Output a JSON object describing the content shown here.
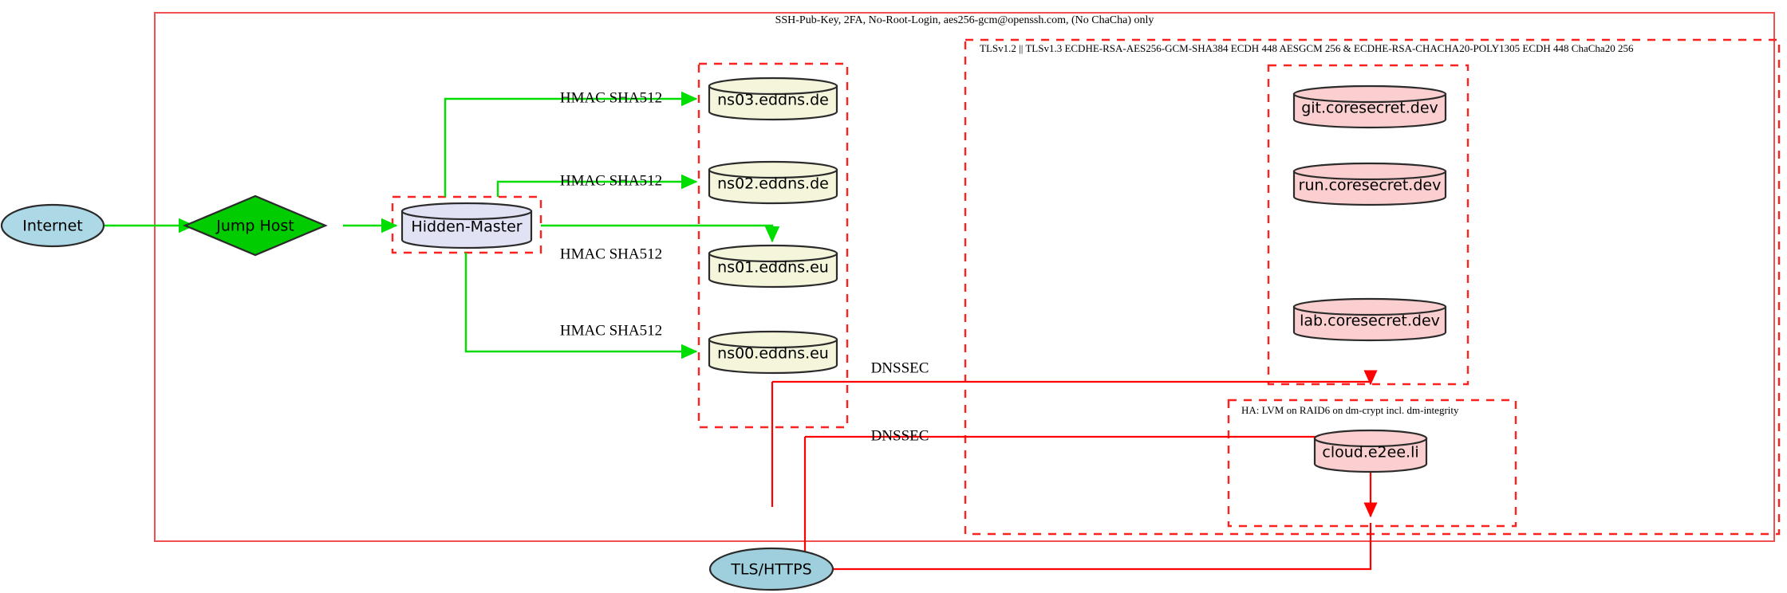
{
  "diagram": {
    "title_label": "SSH-Pub-Key, 2FA, No-Root-Login, aes256-gcm@openssh.com, (No ChaCha) only",
    "clusters": {
      "tls": "TLSv1.2 || TLSv1.3 ECDHE-RSA-AES256-GCM-SHA384 ECDH 448 AESGCM 256 & ECDHE-RSA-CHACHA20-POLY1305 ECDH 448 ChaCha20 256",
      "ha": "HA: LVM on RAID6 on dm-crypt incl. dm-integrity"
    },
    "nodes": {
      "internet": "Internet",
      "jump_host": "Jump Host",
      "hidden_master": "Hidden-Master",
      "ns03": "ns03.eddns.de",
      "ns02": "ns02.eddns.de",
      "ns01": "ns01.eddns.eu",
      "ns00": "ns00.eddns.eu",
      "git": "git.coresecret.dev",
      "run": "run.coresecret.dev",
      "lab": "lab.coresecret.dev",
      "cloud": "cloud.e2ee.li",
      "tls_https": "TLS/HTTPS"
    },
    "edge_labels": {
      "hmac_ns03": "HMAC SHA512",
      "hmac_ns02": "HMAC SHA512",
      "hmac_ns01": "HMAC SHA512",
      "hmac_ns00": "HMAC SHA512",
      "dnssec_upper": "DNSSEC",
      "dnssec_lower": "DNSSEC"
    },
    "colors": {
      "internet_fill": "#add8e6",
      "jump_host_fill": "#00cc00",
      "hidden_master_fill": "#e2e2f5",
      "ns_fill": "#f5f5dc",
      "secret_fill": "#fbcfcf",
      "tls_https_fill": "#9fcfdd",
      "dashed_border": "#ff2020",
      "solid_border": "#f05050",
      "green_edge": "#00dd00",
      "red_edge": "#ff0000"
    }
  }
}
